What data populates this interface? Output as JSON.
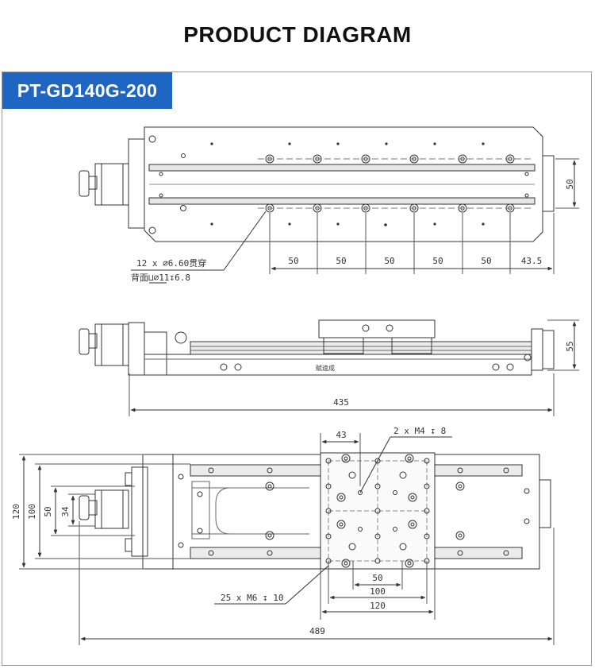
{
  "page_title": "PRODUCT DIAGRAM",
  "model": "PT-GD140G-200",
  "top_view": {
    "dim_height": "50",
    "pitch_labels": [
      "50",
      "50",
      "50",
      "50",
      "50",
      "43.5"
    ],
    "hole_note_line1": "12 x ⌀6.60贯穿",
    "hole_note_line2": "背面⊔⌀11↧6.8"
  },
  "side_view": {
    "dim_height": "55",
    "dim_length": "435",
    "plate_label": "赋逵成"
  },
  "bottom_view": {
    "dim_43": "43",
    "tap_note": "2 x M4 ↧ 8",
    "mount_note": "25 x M6 ↧ 10",
    "dims_vertical": [
      "120",
      "100",
      "50",
      "34"
    ],
    "dims_horizontal": [
      "50",
      "100",
      "120"
    ],
    "dim_total": "489"
  },
  "colors": {
    "badge": "#1f66c2",
    "line": "#333333"
  }
}
